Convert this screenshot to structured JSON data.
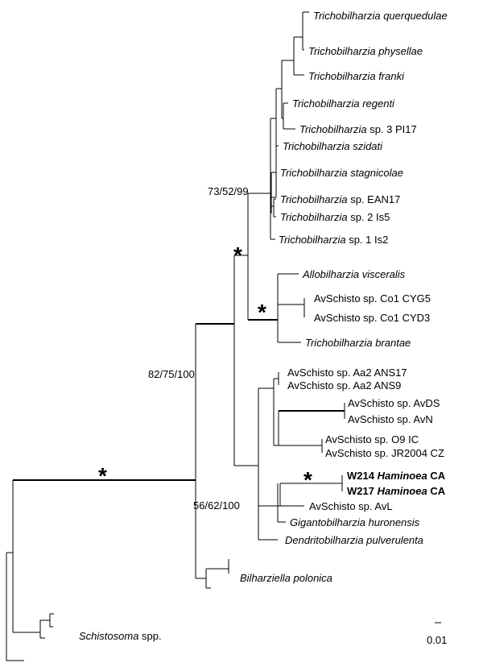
{
  "taxa": {
    "t1": {
      "genus": "Trichobilharzia",
      "rest": " querquedulae"
    },
    "t2": {
      "genus": "Trichobilharzia",
      "rest": " physellae"
    },
    "t3": {
      "genus": "Trichobilharzia",
      "rest": " franki"
    },
    "t4": {
      "genus": "Trichobilharzia",
      "rest": " regenti"
    },
    "t5": {
      "genus": "Trichobilharzia",
      "rest": " sp. 3 PI17"
    },
    "t6": {
      "genus": "Trichobilharzia",
      "rest": " szidati"
    },
    "t7": {
      "genus": "Trichobilharzia",
      "rest": " stagnicolae"
    },
    "t8": {
      "genus": "Trichobilharzia",
      "rest": " sp. EAN17"
    },
    "t9": {
      "genus": "Trichobilharzia",
      "rest": " sp. 2 Is5"
    },
    "t10": {
      "genus": "Trichobilharzia",
      "rest": " sp. 1 Is2"
    },
    "t11": {
      "genus": "Allobilharzia",
      "rest": " visceralis"
    },
    "t12": {
      "genus": "",
      "rest": "AvSchisto sp. Co1 CYG5"
    },
    "t13": {
      "genus": "",
      "rest": "AvSchisto sp. Co1 CYD3"
    },
    "t14": {
      "genus": "Trichobilharzia",
      "rest": " brantae"
    },
    "t15": {
      "genus": "",
      "rest": "AvSchisto sp. Aa2 ANS17"
    },
    "t16": {
      "genus": "",
      "rest": "AvSchisto sp. Aa2 ANS9"
    },
    "t17": {
      "genus": "",
      "rest": "AvSchisto sp. AvDS"
    },
    "t18": {
      "genus": "",
      "rest": "AvSchisto sp. AvN"
    },
    "t19": {
      "genus": "",
      "rest": "AvSchisto sp. O9 IC"
    },
    "t20": {
      "genus": "",
      "rest": "AvSchisto sp. JR2004 CZ"
    },
    "t21": {
      "pre": "W214 ",
      "genus": "Haminoea",
      "rest": " CA"
    },
    "t22": {
      "pre": "W217 ",
      "genus": "Haminoea",
      "rest": " CA"
    },
    "t23": {
      "genus": "",
      "rest": "AvSchisto sp. AvL"
    },
    "t24": {
      "genus": "Gigantobilharzia",
      "rest": " huronensis"
    },
    "t25": {
      "genus": "Dendritobilharzia",
      "rest": " pulverulenta"
    },
    "t26": {
      "genus": "Bilharziella",
      "rest": " polonica"
    },
    "t27": {
      "genus": "Schistosoma",
      "rest": " spp."
    }
  },
  "support": {
    "s1": "73/52/99",
    "s2": "82/75/100",
    "s3": "56/62/100",
    "asterisk": "*"
  },
  "scale_bar": {
    "label": "0.01"
  }
}
